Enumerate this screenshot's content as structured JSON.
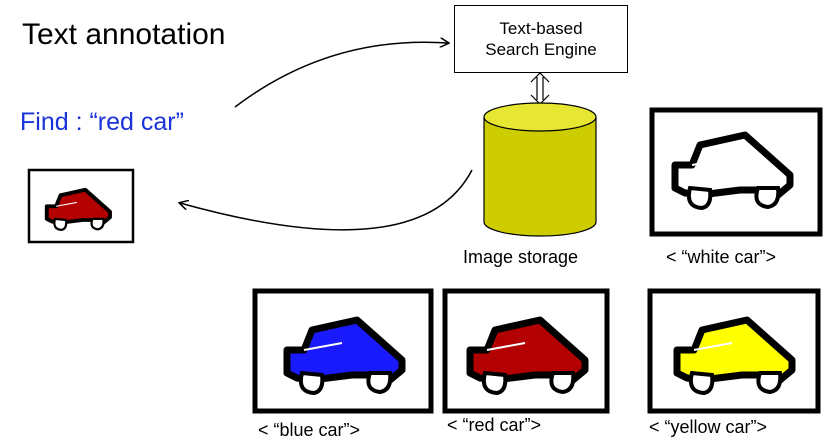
{
  "title": "Text annotation",
  "query": {
    "text": "Find : “red car”",
    "color": "#1a33d9"
  },
  "engine": {
    "line1": "Text-based",
    "line2": "Search Engine"
  },
  "storage": {
    "label": "Image storage",
    "color": "#cccc00",
    "top_color": "#e6e633"
  },
  "cars": {
    "white": {
      "label": "< “white car”>",
      "color": "#ffffff"
    },
    "blue": {
      "label": "< “blue car”>",
      "color": "#1a1aff"
    },
    "red": {
      "label": "< “red car”>",
      "color": "#b30000"
    },
    "yellow": {
      "label": "< “yellow car”>",
      "color": "#ffff00"
    }
  },
  "result": {
    "color": "#b30000"
  }
}
